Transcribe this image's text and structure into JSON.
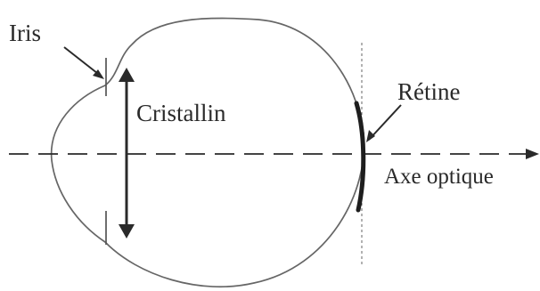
{
  "labels": {
    "iris": "Iris",
    "lens": "Cristallin",
    "retina": "Rétine",
    "optical_axis": "Axe optique"
  },
  "colors": {
    "stroke": "#555555",
    "dark": "#2a2a2a",
    "background": "#ffffff"
  }
}
